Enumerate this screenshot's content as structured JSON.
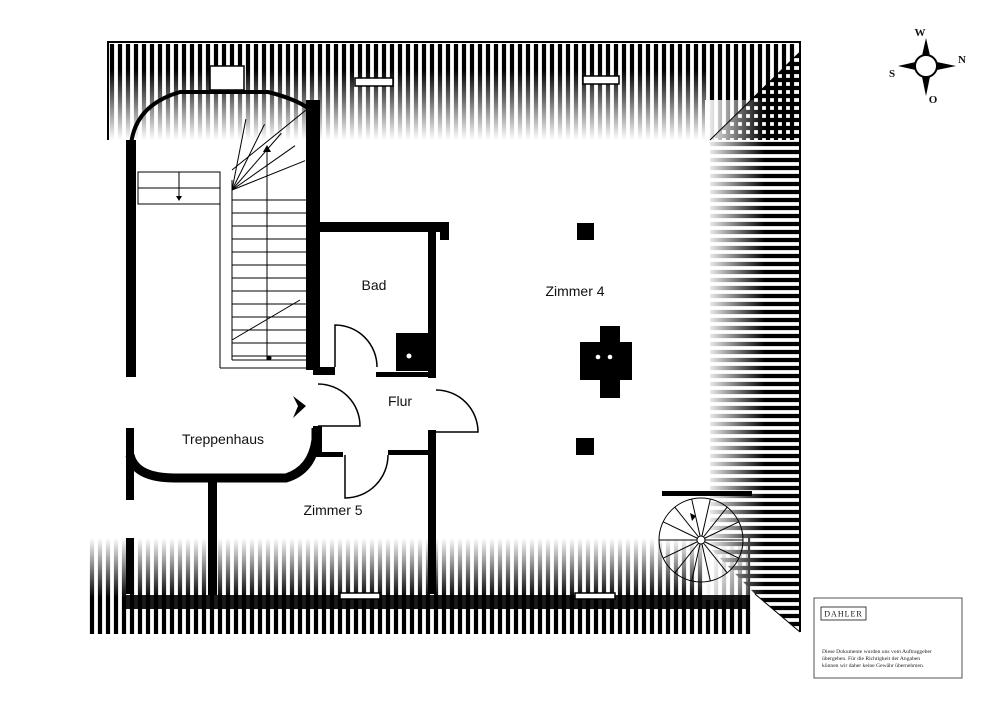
{
  "rooms": {
    "bad": "Bad",
    "zimmer4": "Zimmer 4",
    "flur": "Flur",
    "treppenhaus": "Treppenhaus",
    "zimmer5": "Zimmer 5"
  },
  "compass": {
    "north": "N",
    "south": "S",
    "west": "W",
    "east": "O"
  },
  "legend": {
    "brand": "DAHLER",
    "disclaimer": [
      "Diese Dokumente wurden uns vom Auftraggeber",
      "übergeben. Für die Richtigkeit der Angaben",
      "können wir daher keine Gewähr übernehmen."
    ]
  },
  "colors": {
    "wall": "#000000",
    "background": "#ffffff",
    "legend_border": "#555555"
  }
}
